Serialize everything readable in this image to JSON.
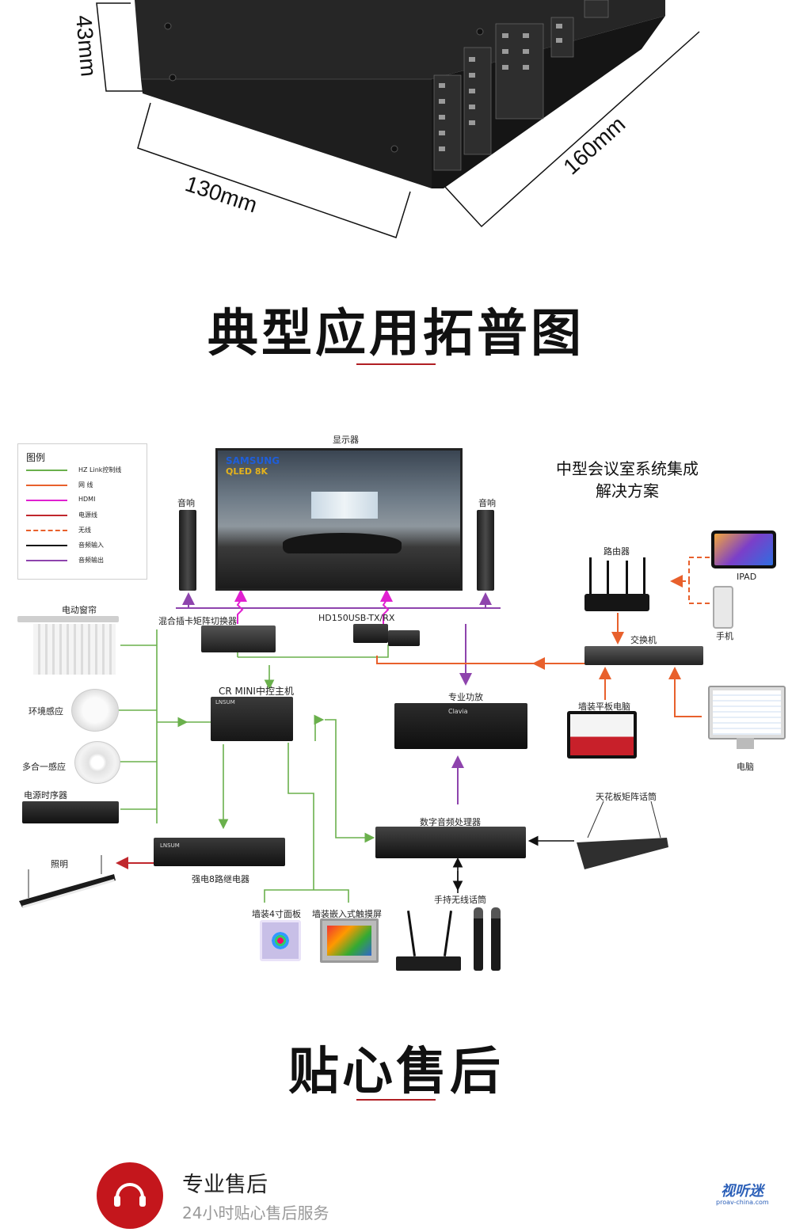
{
  "dimensions": {
    "height": "43mm",
    "width": "130mm",
    "depth": "160mm"
  },
  "section1": {
    "title": "典型应用拓普图"
  },
  "legend": {
    "title": "图例",
    "items": [
      {
        "label": "HZ Link控制线",
        "color": "#6ab04c",
        "style": "solid"
      },
      {
        "label": "网 线",
        "color": "#e8602c",
        "style": "solid"
      },
      {
        "label": "HDMI",
        "color": "#e020d0",
        "style": "solid"
      },
      {
        "label": "电源线",
        "color": "#c0272d",
        "style": "solid"
      },
      {
        "label": "无线",
        "color": "#e8602c",
        "style": "dashed"
      },
      {
        "label": "音频输入",
        "color": "#111111",
        "style": "solid"
      },
      {
        "label": "音频输出",
        "color": "#8e44ad",
        "style": "solid"
      }
    ]
  },
  "diagram": {
    "solution_title_line1": "中型会议室系统集成",
    "solution_title_line2": "解决方案",
    "display": "显示器",
    "display_brand": "SAMSUNG",
    "display_model": "QLED 8K",
    "speaker_left": "音响",
    "speaker_right": "音响",
    "curtain": "电动窗帘",
    "env_sensor": "环境感应",
    "multi_sensor": "多合一感应",
    "power_sequencer": "电源时序器",
    "matrix_switcher": "混合插卡矩阵切换器",
    "hdmi_extender": "HD150USB-TX/RX",
    "cr_mini": "CR MINI中控主机",
    "amplifier": "专业功放",
    "amp_brand": "Clavia",
    "router": "路由器",
    "ipad": "IPAD",
    "phone": "手机",
    "switch": "交换机",
    "wall_tablet": "墙装平板电脑",
    "computer": "电脑",
    "ceiling_mic": "天花板矩阵话筒",
    "dsp": "数字音频处理器",
    "lighting": "照明",
    "relay": "强电8路继电器",
    "panel_4inch": "墙装4寸面板",
    "touch_screen": "墙装嵌入式触摸屏",
    "wireless_mic": "手持无线话筒",
    "device_brand": "LNSUM"
  },
  "section2": {
    "title": "贴心售后"
  },
  "service": {
    "title": "专业售后",
    "subtitle": "24小时贴心售后服务"
  },
  "watermark": {
    "text": "视听迷",
    "url": "proav-china.com"
  }
}
